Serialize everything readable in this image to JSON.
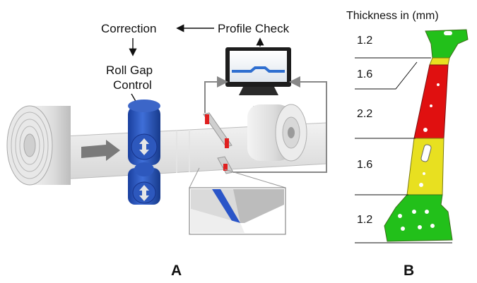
{
  "panel_a": {
    "correction": "Correction",
    "profile_check": "Profile Check",
    "roll_gap_line1": "Roll Gap",
    "roll_gap_line2": "Control",
    "panel_label": "A"
  },
  "panel_b": {
    "title": "Thickness in (mm)",
    "thickness_labels": [
      "1.2",
      "1.6",
      "2.2",
      "1.6",
      "1.2"
    ],
    "zone_colors": [
      "#22c01a",
      "#e8e020",
      "#e01010",
      "#e8e020",
      "#22c01a"
    ],
    "panel_label": "B"
  }
}
